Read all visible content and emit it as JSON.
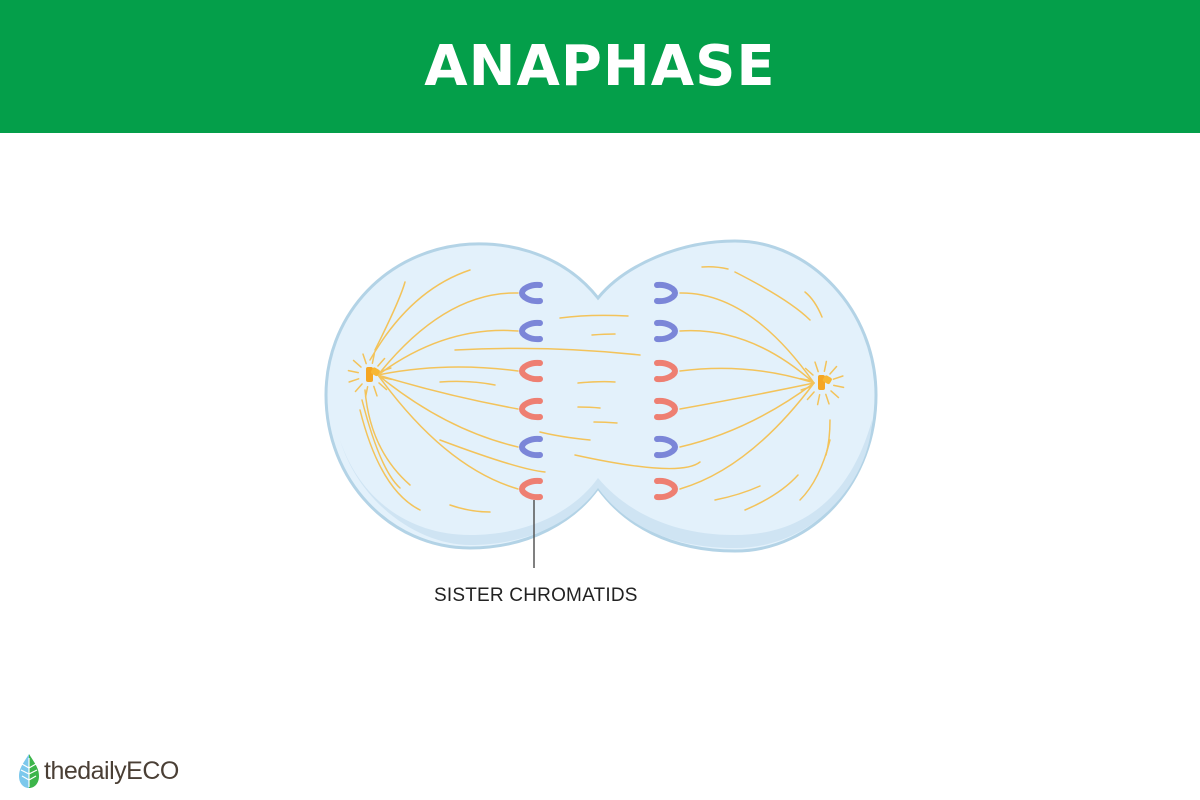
{
  "header": {
    "title": "ANAPHASE"
  },
  "labels": {
    "sister_chromatids": "SISTER CHROMATIDS"
  },
  "brand": {
    "name": "thedailyECO"
  },
  "colors": {
    "banner": "#049f4a",
    "cell_fill": "#e3f1fb",
    "cell_stroke": "#b3d3e6",
    "fiber": "#f3c35a",
    "centrosome": "#f5a623",
    "chromatid_blue": "#7b86d8",
    "chromatid_red": "#ee7f72"
  },
  "chromatids": {
    "left": [
      "blue",
      "blue",
      "red",
      "red",
      "blue",
      "red"
    ],
    "right": [
      "blue",
      "blue",
      "red",
      "red",
      "blue",
      "red"
    ]
  }
}
